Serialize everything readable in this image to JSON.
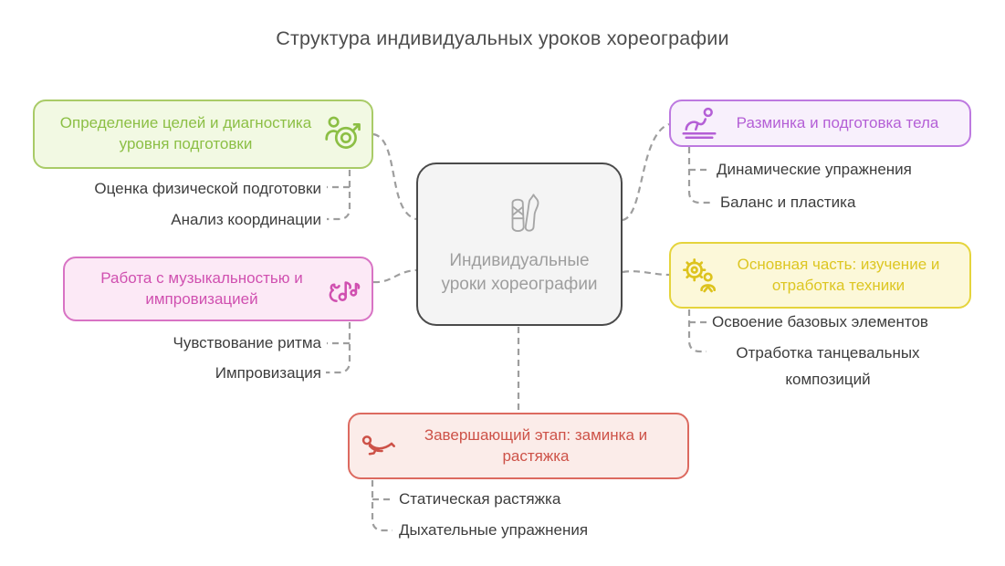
{
  "title": "Структура индивидуальных уроков хореографии",
  "center": {
    "label": "Индивидуальные уроки хореографии",
    "icon": "ballet-pointe-shoes",
    "colors": {
      "border": "#4a4a4a",
      "background": "#f4f4f4",
      "text": "#9e9e9e",
      "icon": "#a6a6a6"
    }
  },
  "connector_color": "#9e9e9e",
  "subtopic_text_color": "#3d3d3d",
  "branches": [
    {
      "label": "Определение целей и диагностика уровня подготовки",
      "icon": "person-with-target",
      "position": "top-left",
      "colors": {
        "background": "#f2f9e3",
        "border": "#a9cb67",
        "text": "#8cbf45"
      },
      "children": [
        "Оценка физической подготовки",
        "Анализ координации"
      ]
    },
    {
      "label": "Работа с музыкальностью и импровизацией",
      "icon": "music-notes-swirl",
      "position": "middle-left",
      "colors": {
        "background": "#fce9f6",
        "border": "#d873c4",
        "text": "#d050b0"
      },
      "children": [
        "Чувствование ритма",
        "Импровизация"
      ]
    },
    {
      "label": "Разминка и подготовка тела",
      "icon": "person-stretching-on-mat",
      "position": "top-right",
      "colors": {
        "background": "#f8f0fc",
        "border": "#bd79e0",
        "text": "#b45fd6"
      },
      "children": [
        "Динамические упражнения",
        "Баланс и пластика"
      ]
    },
    {
      "label": "Основная часть: изучение и отработка техники",
      "icon": "gear-with-person",
      "position": "middle-right",
      "colors": {
        "background": "#fcf8d9",
        "border": "#e5d43c",
        "text": "#ddc622"
      },
      "children": [
        "Освоение базовых элементов",
        "Отработка танцевальных композиций"
      ]
    },
    {
      "label": "Завершающий этап: заминка и растяжка",
      "icon": "person-seated-stretch",
      "position": "bottom-center",
      "colors": {
        "background": "#fbece9",
        "border": "#dc6a60",
        "text": "#cd5248"
      },
      "children": [
        "Статическая растяжка",
        "Дыхательные упражнения"
      ]
    }
  ]
}
